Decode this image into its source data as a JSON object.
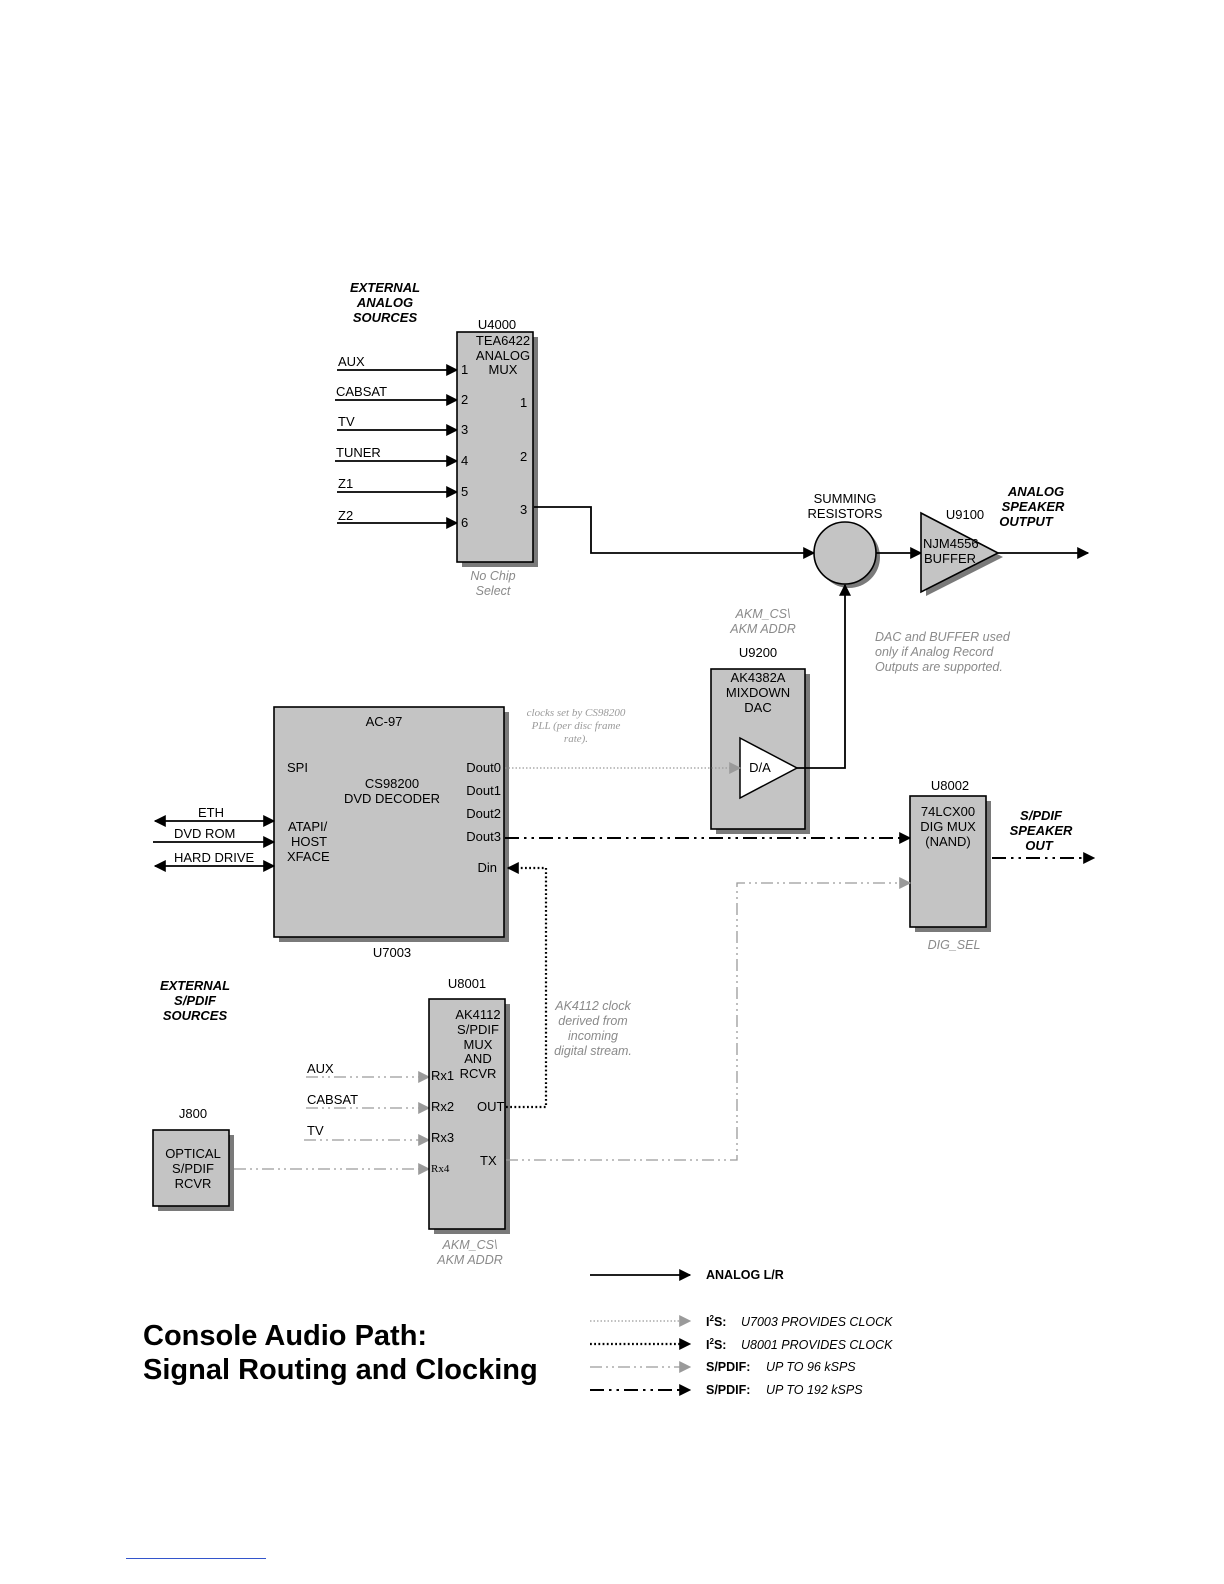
{
  "title": {
    "line1": "Console Audio Path:",
    "line2": "Signal Routing and Clocking"
  },
  "external_analog": {
    "heading": [
      "EXTERNAL",
      "ANALOG",
      "SOURCES"
    ],
    "inputs": [
      "AUX",
      "CABSAT",
      "TV",
      "TUNER",
      "Z1",
      "Z2"
    ]
  },
  "u4000": {
    "ref": "U4000",
    "name": [
      "TEA6422",
      "ANALOG",
      "MUX"
    ],
    "in_pins": [
      "1",
      "2",
      "3",
      "4",
      "5",
      "6"
    ],
    "out_pins": [
      "1",
      "2",
      "3"
    ],
    "note": [
      "No Chip",
      "Select"
    ]
  },
  "summing": {
    "label": [
      "SUMMING",
      "RESISTORS"
    ]
  },
  "u9100": {
    "ref": "U9100",
    "name": [
      "NJM4556",
      "BUFFER"
    ]
  },
  "analog_out": {
    "label": [
      "ANALOG",
      "SPEAKER",
      "OUTPUT"
    ]
  },
  "u9200": {
    "ref": "U9200",
    "name": [
      "AK4382A",
      "MIXDOWN",
      "DAC"
    ],
    "da": "D/A",
    "ctl": [
      "AKM_CS\\",
      "AKM ADDR"
    ]
  },
  "dac_note": [
    "DAC and BUFFER used",
    "only if Analog Record",
    "Outputs are supported."
  ],
  "clock_note": [
    "clocks set by CS98200",
    "PLL (per disc frame",
    "rate)."
  ],
  "u7003": {
    "ref": "U7003",
    "top": "AC-97",
    "name": [
      "CS98200",
      "DVD DECODER"
    ],
    "spi": "SPI",
    "host": [
      "ATAPI/",
      "HOST",
      "XFACE"
    ],
    "pins": [
      "Dout0",
      "Dout1",
      "Dout2",
      "Dout3",
      "Din"
    ],
    "host_lines": [
      "ETH",
      "DVD ROM",
      "HARD DRIVE"
    ]
  },
  "u8002": {
    "ref": "U8002",
    "name": [
      "74LCX00",
      "DIG MUX",
      "(NAND)"
    ],
    "sel": "DIG_SEL"
  },
  "spdif_out": {
    "label": [
      "S/PDIF",
      "SPEAKER",
      "OUT"
    ]
  },
  "external_spdif": {
    "heading": [
      "EXTERNAL",
      "S/PDIF",
      "SOURCES"
    ],
    "inputs": [
      "AUX",
      "CABSAT",
      "TV"
    ]
  },
  "u8001": {
    "ref": "U8001",
    "name": [
      "AK4112",
      "S/PDIF",
      "MUX",
      "AND",
      "RCVR"
    ],
    "rx": [
      "Rx1",
      "Rx2",
      "Rx3",
      "Rx4"
    ],
    "out": "OUT",
    "tx": "TX",
    "ctl": [
      "AKM_CS\\",
      "AKM ADDR"
    ]
  },
  "ak_note": [
    "AK4112 clock",
    "derived from",
    "incoming",
    "digital stream."
  ],
  "j800": {
    "ref": "J800",
    "name": [
      "OPTICAL",
      "S/PDIF",
      "RCVR"
    ]
  },
  "legend": {
    "analog": "ANALOG L/R",
    "i2s": "I",
    "i2s_sup": "2",
    "i2s_s": "S",
    "i2s_u7003": "U7003 PROVIDES CLOCK",
    "i2s_u8001": "U8001 PROVIDES CLOCK",
    "spdif": "S/PDIF",
    "spdif96": "UP TO 96 kSPS",
    "spdif192": "UP TO 192 kSPS"
  },
  "colors": {
    "box_fill": "#c4c4c4",
    "shadow": "#7a7a7a",
    "gray_line": "#9a9a9a"
  }
}
